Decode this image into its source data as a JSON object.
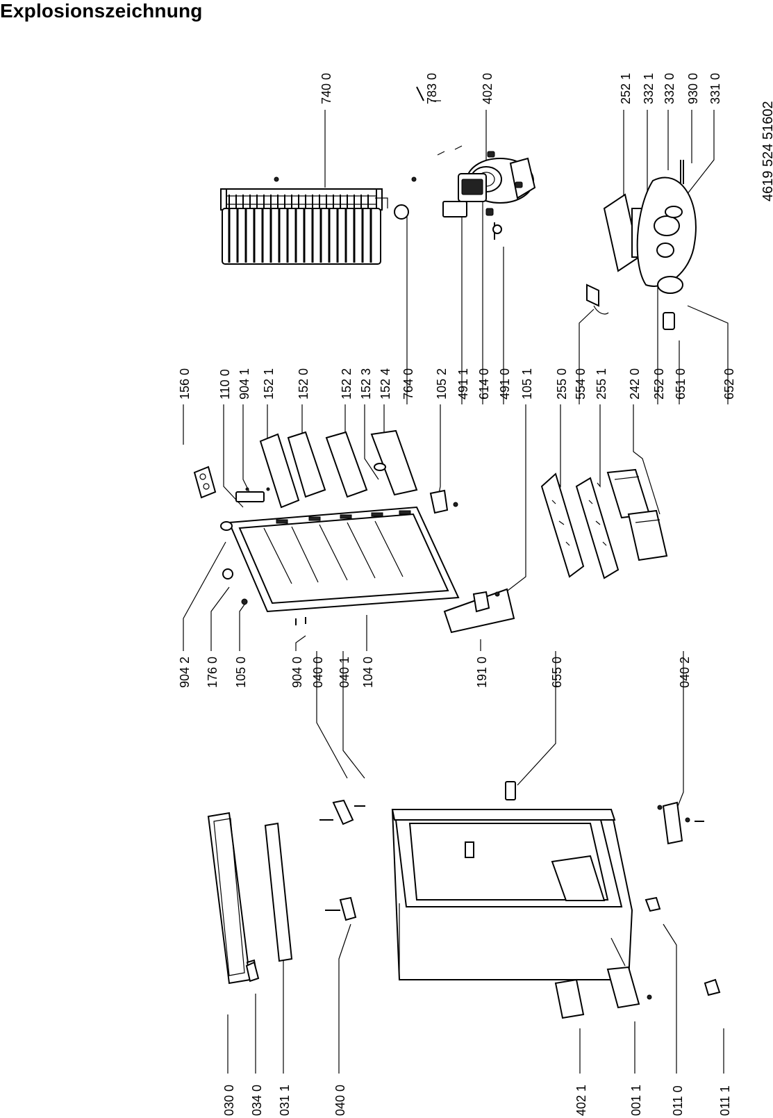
{
  "title": "Explosionszeichnung",
  "document_number": "4619 524 51602",
  "part_labels": {
    "p7400": "740 0",
    "p7830": "783 0",
    "p4020": "402 0",
    "p2521": "252 1",
    "p3321": "332 1",
    "p3320": "332 0",
    "p9300": "930 0",
    "p3310": "331 0",
    "p1560": "156 0",
    "p1100": "110 0",
    "p9041": "904 1",
    "p1521": "152 1",
    "p1520": "152 0",
    "p1522": "152 2",
    "p1523": "152 3",
    "p1524": "152 4",
    "p7640": "764 0",
    "p1052": "105 2",
    "p4911": "491 1",
    "p6140": "614 0",
    "p4910": "491 0",
    "p1051": "105 1",
    "p2550": "255 0",
    "p5540": "554 0",
    "p2551": "255 1",
    "p2420": "242 0",
    "p2520": "252 0",
    "p6510": "651 0",
    "p6520": "652 0",
    "p9042": "904 2",
    "p1760": "176 0",
    "p1050": "105 0",
    "p9040": "904 0",
    "p0400a": "040 0",
    "p0401": "040 1",
    "p1040": "104 0",
    "p1910": "191 0",
    "p6550": "655 0",
    "p0402": "040 2",
    "p0300": "030 0",
    "p0340": "034 0",
    "p0311": "031 1",
    "p0400b": "040 0",
    "p4021": "402 1",
    "p0011": "001 1",
    "p0110": "011 0",
    "p0111": "011 1"
  }
}
